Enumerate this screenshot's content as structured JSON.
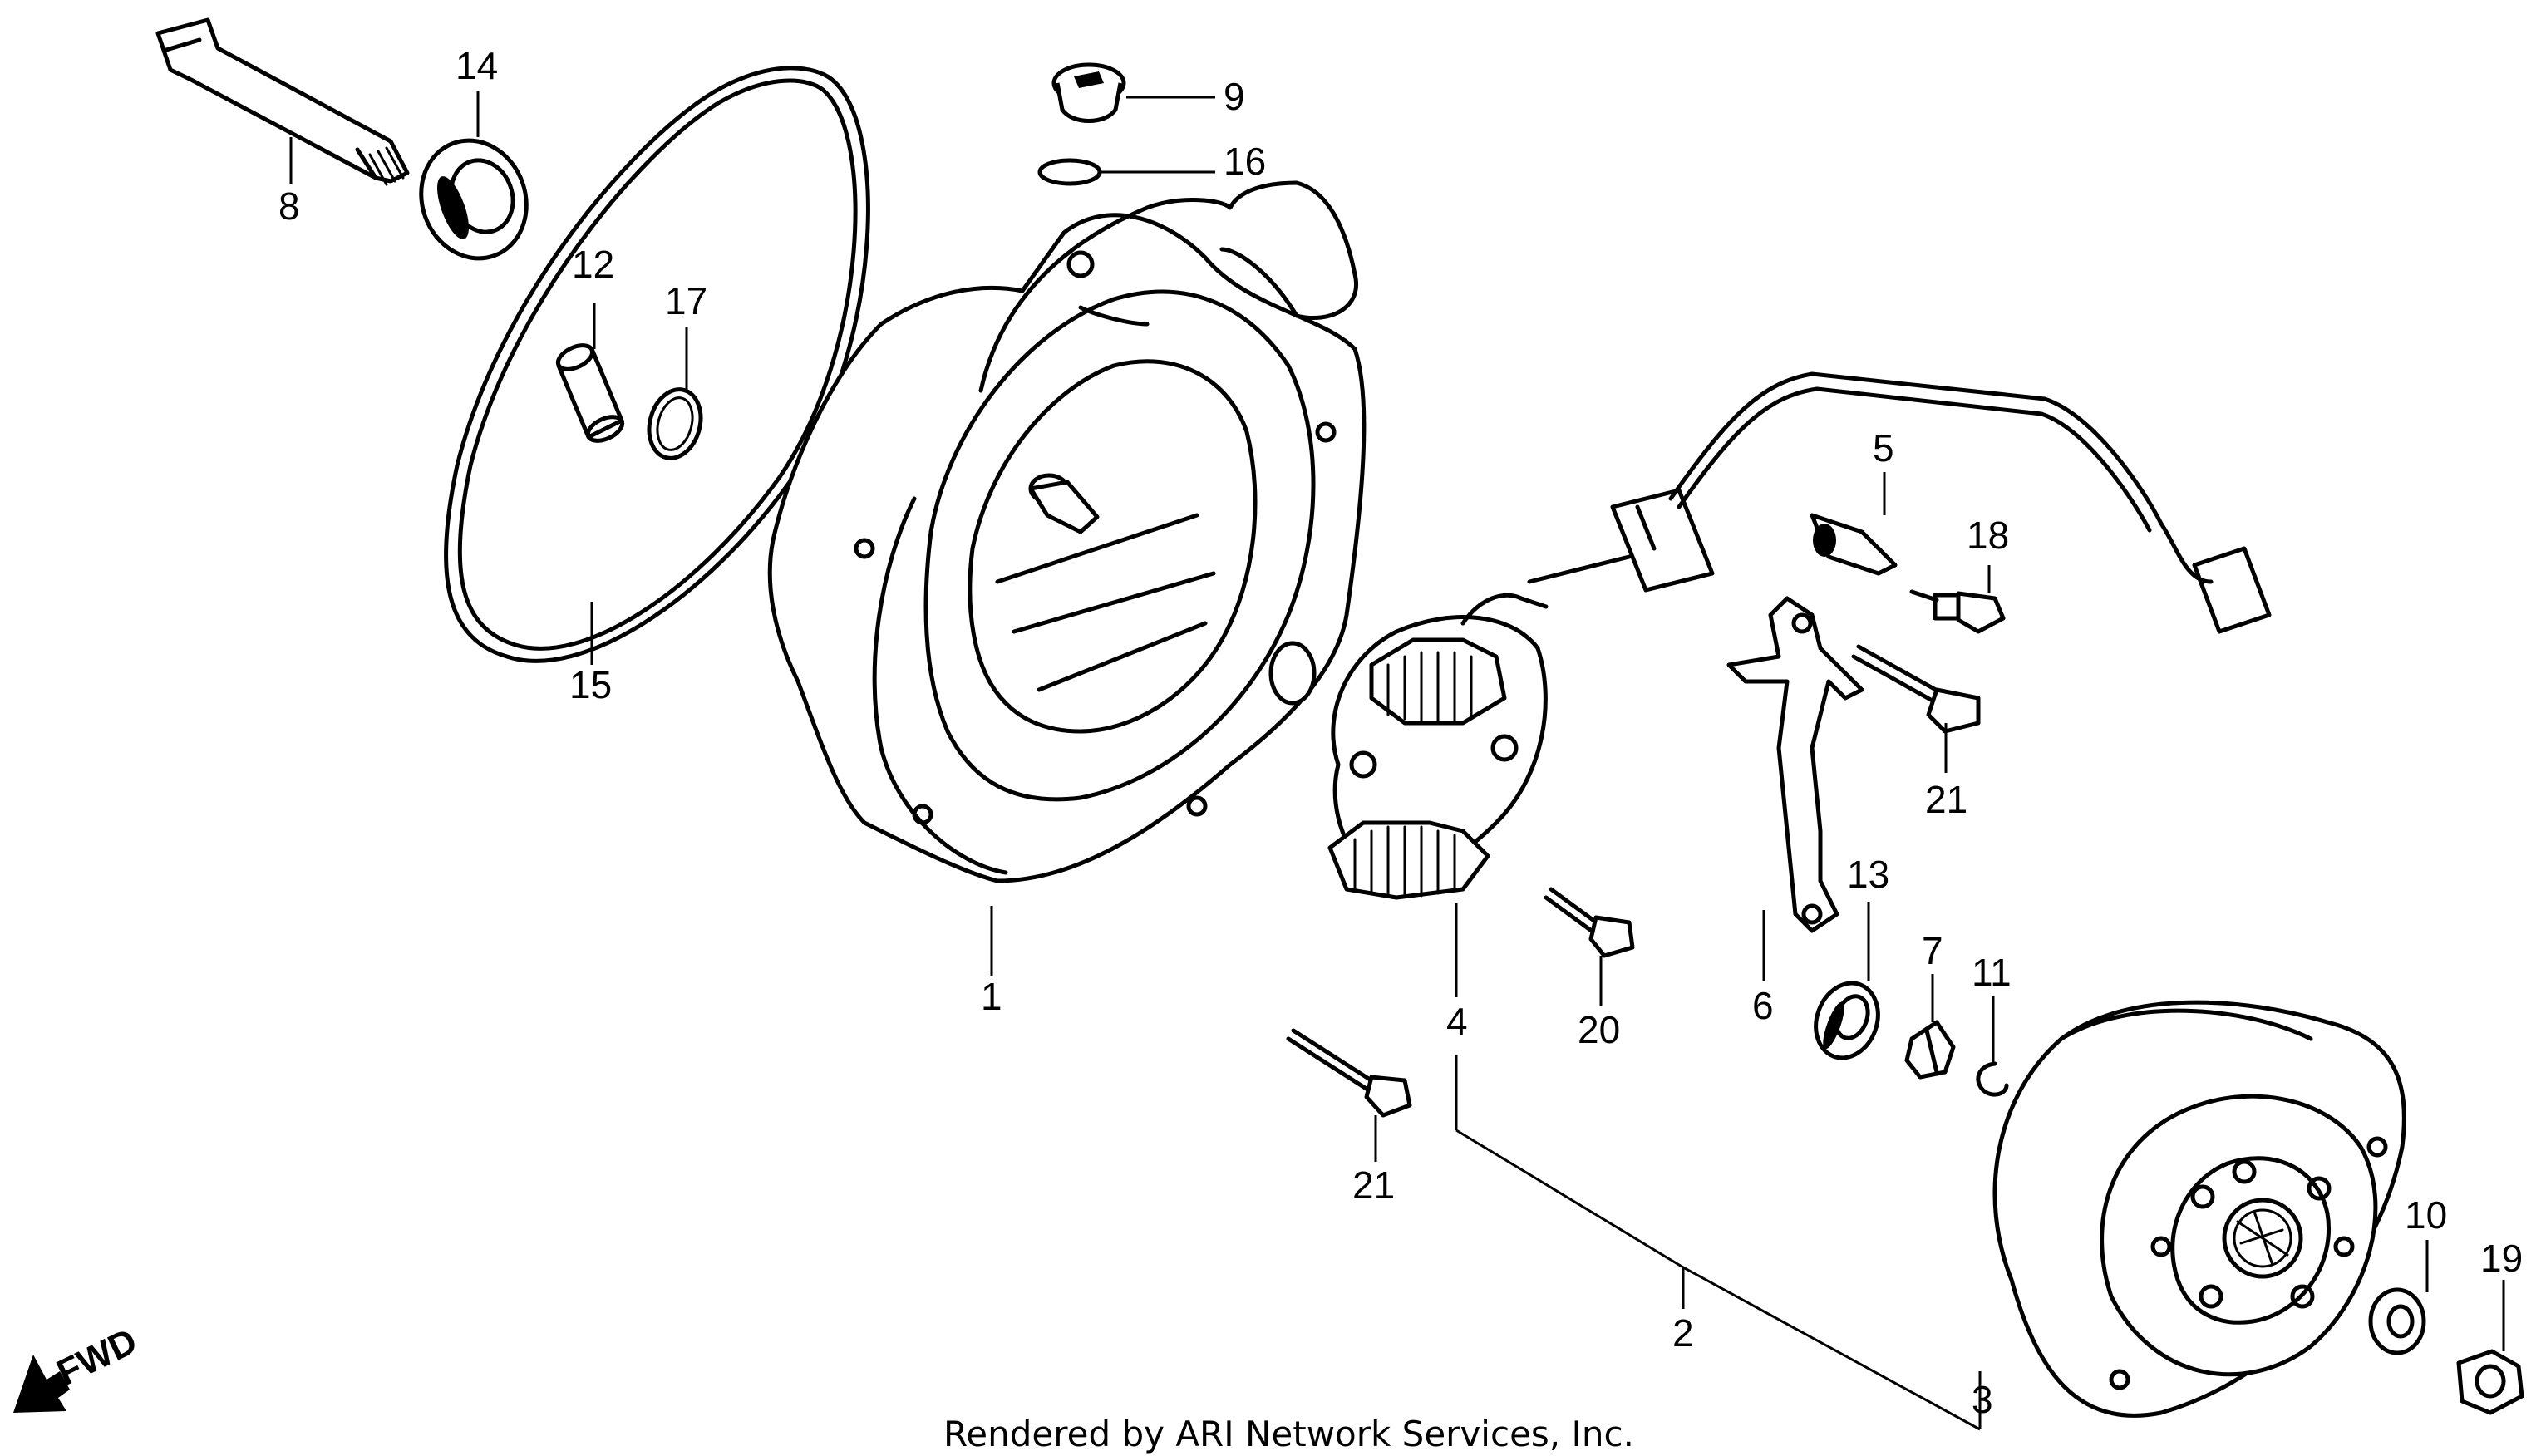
{
  "diagram": {
    "labels": {
      "p1": "1",
      "p2": "2",
      "p3": "3",
      "p4": "4",
      "p5": "5",
      "p6": "6",
      "p7": "7",
      "p8": "8",
      "p9": "9",
      "p10": "10",
      "p11": "11",
      "p12": "12",
      "p13": "13",
      "p14": "14",
      "p15": "15",
      "p16": "16",
      "p17": "17",
      "p18": "18",
      "p19": "19",
      "p20": "20",
      "p21a": "21",
      "p21b": "21"
    },
    "fwd_label": "FWD",
    "footer": "Rendered by ARI Network Services, Inc."
  }
}
